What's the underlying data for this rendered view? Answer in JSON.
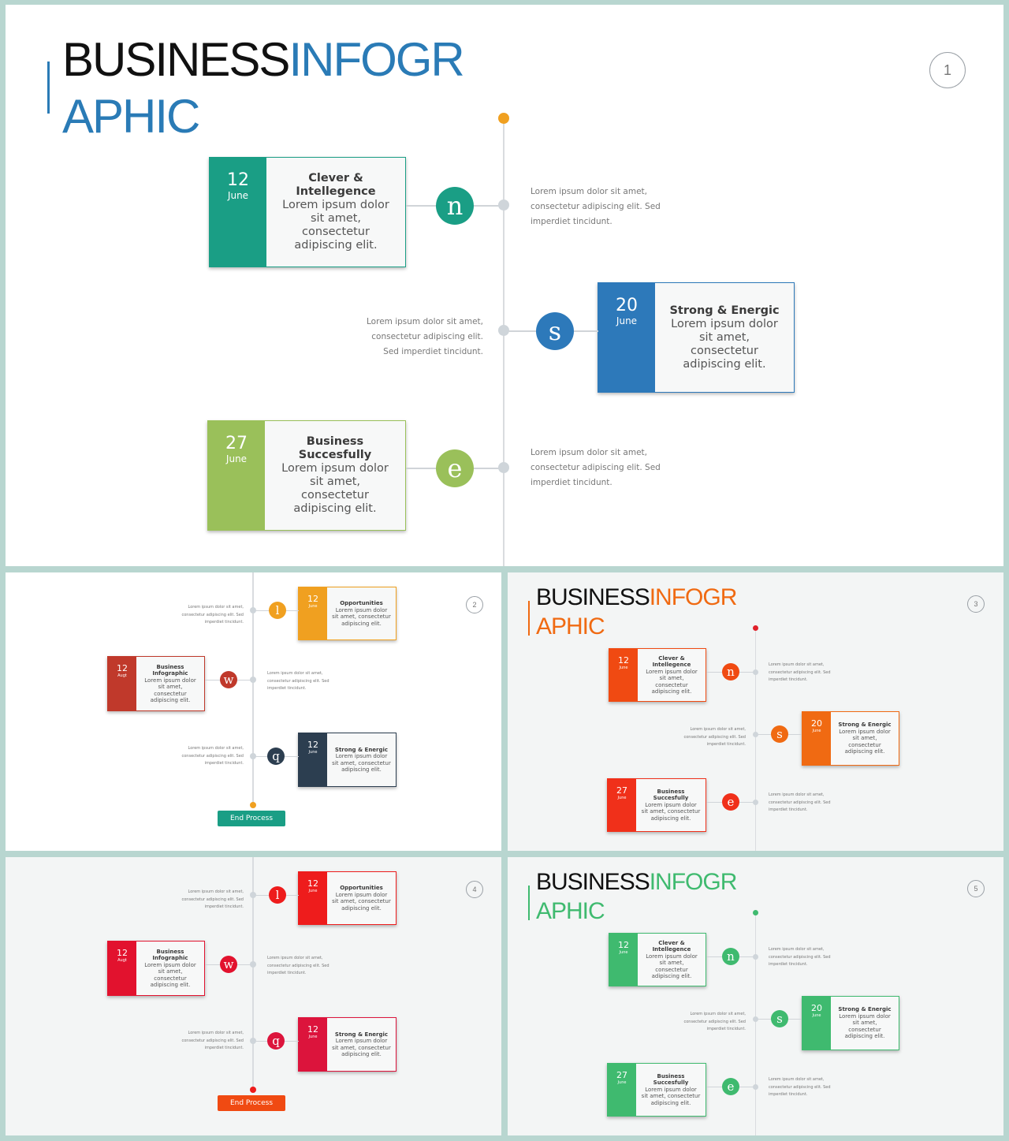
{
  "colors": {
    "frame": "#b8d6d0"
  },
  "slide1": {
    "title_dark": "BUSINESS",
    "title_accent_1": "INFOGR",
    "title_accent_2": "APHIC",
    "page_number": "1",
    "lorem_side": "Lorem ipsum dolor sit amet, consectetur adipiscing elit. Sed imperdiet tincidunt.",
    "cards": [
      {
        "day": "12",
        "month": "June",
        "title": "Clever & Intellegence",
        "text": "Lorem ipsum dolor sit amet, consectetur adipiscing elit.",
        "letter": "n",
        "color": "#1a9e85"
      },
      {
        "day": "20",
        "month": "June",
        "title": "Strong & Energic",
        "text": "Lorem ipsum dolor sit amet, consectetur adipiscing elit.",
        "letter": "s",
        "color": "#2d79ba"
      },
      {
        "day": "27",
        "month": "June",
        "title": "Business Succesfully",
        "text": "Lorem ipsum dolor sit amet, consectetur adipiscing elit.",
        "letter": "e",
        "color": "#9ac05a"
      }
    ]
  },
  "slide2": {
    "page_number": "2",
    "end_label": "End Process",
    "lorem_side": "Lorem ipsum dolor sit amet, consectetur adipiscing elit. Sed imperdiet tincidunt.",
    "cards": [
      {
        "day": "12",
        "month": "June",
        "title": "Opportunities",
        "text": "Lorem ipsum dolor sit amet, consectetur adipiscing elit.",
        "letter": "l",
        "color": "#f0a020"
      },
      {
        "day": "12",
        "month": "Augt",
        "title": "Business Infographic",
        "text": "Lorem ipsum dolor sit amet, consectetur adipiscing elit.",
        "letter": "w",
        "color": "#c0392b"
      },
      {
        "day": "12",
        "month": "June",
        "title": "Strong & Energic",
        "text": "Lorem ipsum dolor sit amet, consectetur adipiscing elit.",
        "letter": "q",
        "color": "#2c3e50"
      }
    ]
  },
  "slide3": {
    "title_dark": "BUSINESS",
    "title_accent_1": "INFOGR",
    "title_accent_2": "APHIC",
    "page_number": "3",
    "lorem_side": "Lorem ipsum dolor sit amet, consectetur adipiscing elit. Sed imperdiet tincidunt.",
    "cards": [
      {
        "day": "12",
        "month": "June",
        "title": "Clever & Intellegence",
        "text": "Lorem ipsum dolor sit amet, consectetur adipiscing elit.",
        "letter": "n",
        "color": "#f04a12"
      },
      {
        "day": "20",
        "month": "June",
        "title": "Strong & Energic",
        "text": "Lorem ipsum dolor sit amet, consectetur adipiscing elit.",
        "letter": "s",
        "color": "#f06a12"
      },
      {
        "day": "27",
        "month": "June",
        "title": "Business Succesfully",
        "text": "Lorem ipsum dolor sit amet, consectetur adipiscing elit.",
        "letter": "e",
        "color": "#f0301a"
      }
    ]
  },
  "slide4": {
    "page_number": "4",
    "end_label": "End Process",
    "lorem_side": "Lorem ipsum dolor sit amet, consectetur adipiscing elit. Sed imperdiet tincidunt.",
    "cards": [
      {
        "day": "12",
        "month": "June",
        "title": "Opportunities",
        "text": "Lorem ipsum dolor sit amet, consectetur adipiscing elit.",
        "letter": "l",
        "color": "#ee1c1c"
      },
      {
        "day": "12",
        "month": "Augt",
        "title": "Business Infographic",
        "text": "Lorem ipsum dolor sit amet, consectetur adipiscing elit.",
        "letter": "w",
        "color": "#e2122e"
      },
      {
        "day": "12",
        "month": "June",
        "title": "Strong & Energic",
        "text": "Lorem ipsum dolor sit amet, consectetur adipiscing elit.",
        "letter": "q",
        "color": "#dc143c"
      }
    ]
  },
  "slide5": {
    "title_dark": "BUSINESS",
    "title_accent_1": "INFOGR",
    "title_accent_2": "APHIC",
    "page_number": "5",
    "lorem_side": "Lorem ipsum dolor sit amet, consectetur adipiscing elit. Sed imperdiet tincidunt.",
    "cards": [
      {
        "day": "12",
        "month": "June",
        "title": "Clever & Intellegence",
        "text": "Lorem ipsum dolor sit amet, consectetur adipiscing elit.",
        "letter": "n",
        "color": "#3fba6f"
      },
      {
        "day": "20",
        "month": "June",
        "title": "Strong & Energic",
        "text": "Lorem ipsum dolor sit amet, consectetur adipiscing elit.",
        "letter": "s",
        "color": "#3fba6f"
      },
      {
        "day": "27",
        "month": "June",
        "title": "Business Succesfully",
        "text": "Lorem ipsum dolor sit amet, consectetur adipiscing elit.",
        "letter": "e",
        "color": "#3fba6f"
      }
    ]
  },
  "accents": {
    "slide1_title": "#2a7bb6",
    "slide1_top_dot": "#f0a020",
    "slide2_end_dot": "#f0a020",
    "slide2_end_btn": "#1a9e85",
    "slide3_title": "#f06a12",
    "slide3_top_dot": "#e0202a",
    "slide4_end_dot": "#ee1c1c",
    "slide4_end_btn": "#f04a12",
    "slide5_title": "#3fba6f",
    "slide5_top_dot": "#3fba6f"
  }
}
